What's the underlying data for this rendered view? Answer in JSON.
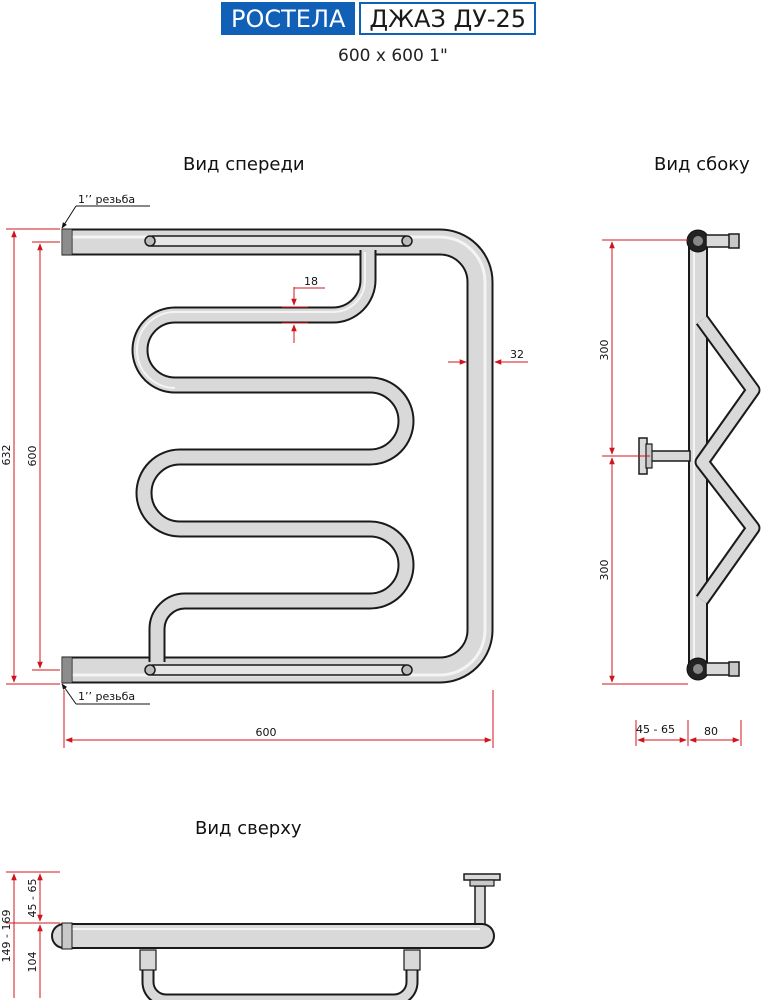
{
  "header": {
    "brand": "РОСТЕЛА",
    "model": "ДЖАЗ ДУ-25",
    "size": "600 x 600 1\""
  },
  "views": {
    "front": "Вид спереди",
    "side": "Вид сбоку",
    "top": "Вид сверху"
  },
  "labels": {
    "thread_top": "1’’ резьба",
    "thread_bottom": "1’’ резьба"
  },
  "dimensions": {
    "d18": "18",
    "d32": "32",
    "d632": "632",
    "d600_v": "600",
    "d600_h": "600",
    "d300_top": "300",
    "d300_bot": "300",
    "d45_65": "45 - 65",
    "d80": "80",
    "d149_169": "149 - 169",
    "d45_65_top": "45 - 65",
    "d104": "104"
  },
  "colors": {
    "brand_blue": "#1160b8",
    "dimension_red": "#d0141c",
    "pipe_fill": "#d9d9d9",
    "outline": "#1a1a1a"
  }
}
